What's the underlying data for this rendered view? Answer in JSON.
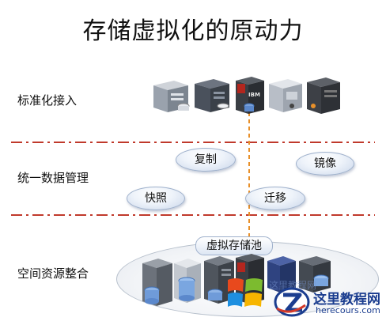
{
  "title": "存储虚拟化的原动力",
  "rows": {
    "standard": "标准化接入",
    "unified": "统一数据管理",
    "space": "空间资源整合"
  },
  "bubbles": {
    "replicate": "复制",
    "mirror": "镜像",
    "snapshot": "快照",
    "migrate": "迁移"
  },
  "pool_label": "虚拟存储池",
  "server_logos": {
    "ibm": "IBM"
  },
  "watermark": {
    "faint": "这里教程网",
    "title": "这里教程网",
    "url": "herecours.com"
  },
  "colors": {
    "divider": "#c0392b",
    "vertical_line": "#e8902a",
    "ibm_red": "#b3261e",
    "server_blue": "#3e6fb5"
  }
}
